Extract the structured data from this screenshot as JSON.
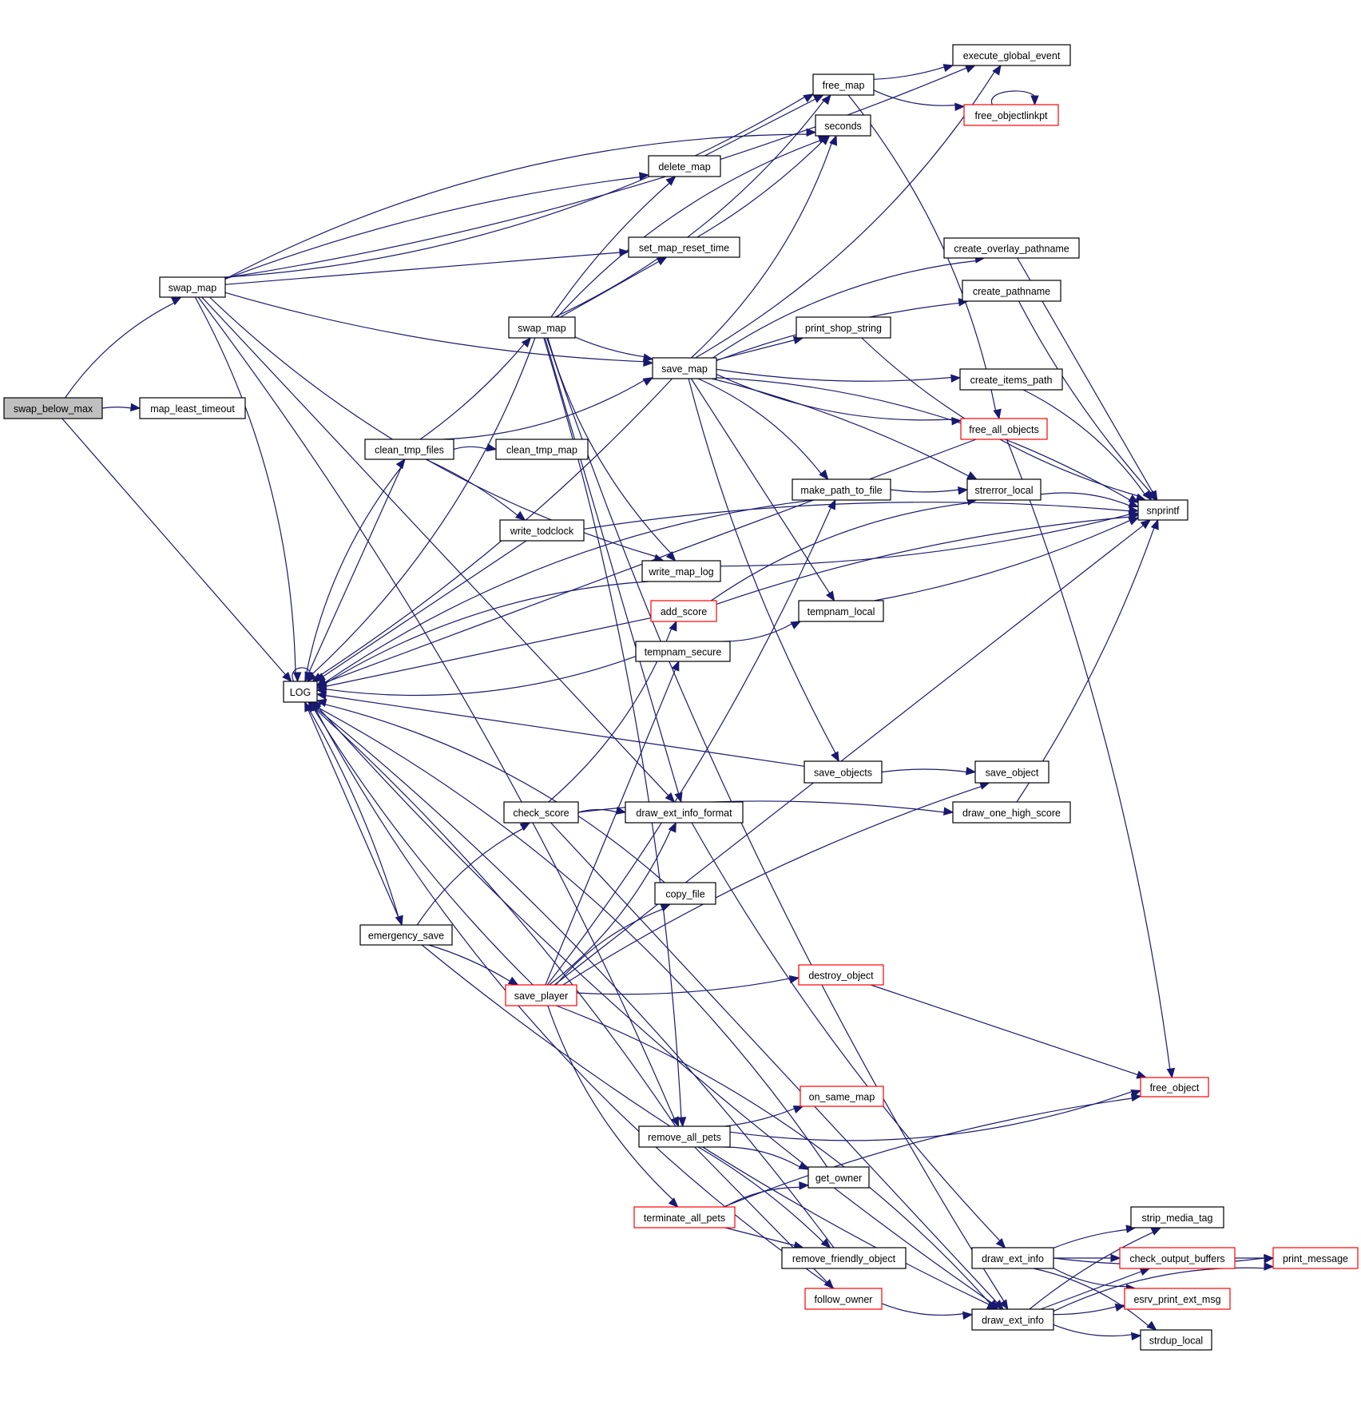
{
  "diagram": {
    "type": "call-graph",
    "root": "swap_below_max",
    "colors": {
      "edge": "#191970",
      "node_border": "#000000",
      "truncated_border": "#ff0000",
      "root_fill": "#bfbfbf",
      "node_fill": "#ffffff"
    },
    "nodes": [
      {
        "id": "swap_below_max",
        "label": "swap_below_max",
        "style": "root"
      },
      {
        "id": "map_least_timeout",
        "label": "map_least_timeout",
        "style": "normal"
      },
      {
        "id": "swap_map_1",
        "label": "swap_map",
        "style": "normal"
      },
      {
        "id": "LOG",
        "label": "LOG",
        "style": "normal"
      },
      {
        "id": "execute_global_event",
        "label": "execute_global_event",
        "style": "normal"
      },
      {
        "id": "free_map",
        "label": "free_map",
        "style": "normal"
      },
      {
        "id": "free_objectlinkpt",
        "label": "free_objectlinkpt",
        "style": "truncated"
      },
      {
        "id": "seconds",
        "label": "seconds",
        "style": "normal"
      },
      {
        "id": "delete_map",
        "label": "delete_map",
        "style": "normal"
      },
      {
        "id": "set_map_reset_time",
        "label": "set_map_reset_time",
        "style": "normal"
      },
      {
        "id": "create_overlay_pathname",
        "label": "create_overlay_pathname",
        "style": "normal"
      },
      {
        "id": "create_pathname",
        "label": "create_pathname",
        "style": "normal"
      },
      {
        "id": "swap_map_2",
        "label": "swap_map",
        "style": "normal"
      },
      {
        "id": "print_shop_string",
        "label": "print_shop_string",
        "style": "normal"
      },
      {
        "id": "save_map",
        "label": "save_map",
        "style": "normal"
      },
      {
        "id": "create_items_path",
        "label": "create_items_path",
        "style": "normal"
      },
      {
        "id": "free_all_objects",
        "label": "free_all_objects",
        "style": "truncated"
      },
      {
        "id": "clean_tmp_files",
        "label": "clean_tmp_files",
        "style": "normal"
      },
      {
        "id": "clean_tmp_map",
        "label": "clean_tmp_map",
        "style": "normal"
      },
      {
        "id": "make_path_to_file",
        "label": "make_path_to_file",
        "style": "normal"
      },
      {
        "id": "strerror_local",
        "label": "strerror_local",
        "style": "normal"
      },
      {
        "id": "snprintf",
        "label": "snprintf",
        "style": "normal"
      },
      {
        "id": "write_todclock",
        "label": "write_todclock",
        "style": "normal"
      },
      {
        "id": "write_map_log",
        "label": "write_map_log",
        "style": "normal"
      },
      {
        "id": "add_score",
        "label": "add_score",
        "style": "truncated"
      },
      {
        "id": "tempnam_local",
        "label": "tempnam_local",
        "style": "normal"
      },
      {
        "id": "tempnam_secure",
        "label": "tempnam_secure",
        "style": "normal"
      },
      {
        "id": "save_objects",
        "label": "save_objects",
        "style": "normal"
      },
      {
        "id": "save_object",
        "label": "save_object",
        "style": "normal"
      },
      {
        "id": "check_score",
        "label": "check_score",
        "style": "normal"
      },
      {
        "id": "draw_ext_info_format",
        "label": "draw_ext_info_format",
        "style": "normal"
      },
      {
        "id": "draw_one_high_score",
        "label": "draw_one_high_score",
        "style": "normal"
      },
      {
        "id": "copy_file",
        "label": "copy_file",
        "style": "normal"
      },
      {
        "id": "emergency_save",
        "label": "emergency_save",
        "style": "normal"
      },
      {
        "id": "destroy_object",
        "label": "destroy_object",
        "style": "truncated"
      },
      {
        "id": "save_player",
        "label": "save_player",
        "style": "truncated"
      },
      {
        "id": "free_object",
        "label": "free_object",
        "style": "truncated"
      },
      {
        "id": "on_same_map",
        "label": "on_same_map",
        "style": "truncated"
      },
      {
        "id": "remove_all_pets",
        "label": "remove_all_pets",
        "style": "normal"
      },
      {
        "id": "get_owner",
        "label": "get_owner",
        "style": "normal"
      },
      {
        "id": "terminate_all_pets",
        "label": "terminate_all_pets",
        "style": "truncated"
      },
      {
        "id": "strip_media_tag",
        "label": "strip_media_tag",
        "style": "normal"
      },
      {
        "id": "remove_friendly_object",
        "label": "remove_friendly_object",
        "style": "normal"
      },
      {
        "id": "draw_ext_info_1",
        "label": "draw_ext_info",
        "style": "normal"
      },
      {
        "id": "check_output_buffers",
        "label": "check_output_buffers",
        "style": "truncated"
      },
      {
        "id": "print_message",
        "label": "print_message",
        "style": "truncated"
      },
      {
        "id": "follow_owner",
        "label": "follow_owner",
        "style": "truncated"
      },
      {
        "id": "esrv_print_ext_msg",
        "label": "esrv_print_ext_msg",
        "style": "truncated"
      },
      {
        "id": "draw_ext_info_2",
        "label": "draw_ext_info",
        "style": "normal"
      },
      {
        "id": "strdup_local",
        "label": "strdup_local",
        "style": "normal"
      }
    ],
    "edges": [
      {
        "from": "swap_below_max",
        "to": "swap_map_1"
      },
      {
        "from": "swap_below_max",
        "to": "map_least_timeout"
      },
      {
        "from": "swap_below_max",
        "to": "LOG"
      },
      {
        "from": "swap_map_1",
        "to": "execute_global_event"
      },
      {
        "from": "swap_map_1",
        "to": "free_map"
      },
      {
        "from": "swap_map_1",
        "to": "seconds"
      },
      {
        "from": "swap_map_1",
        "to": "delete_map"
      },
      {
        "from": "swap_map_1",
        "to": "set_map_reset_time"
      },
      {
        "from": "swap_map_1",
        "to": "save_map"
      },
      {
        "from": "swap_map_1",
        "to": "write_map_log"
      },
      {
        "from": "swap_map_1",
        "to": "LOG"
      },
      {
        "from": "swap_map_1",
        "to": "remove_all_pets"
      },
      {
        "from": "swap_map_1",
        "to": "draw_ext_info_format"
      },
      {
        "from": "free_map",
        "to": "execute_global_event"
      },
      {
        "from": "free_map",
        "to": "free_objectlinkpt"
      },
      {
        "from": "free_map",
        "to": "free_all_objects"
      },
      {
        "from": "free_objectlinkpt",
        "to": "free_objectlinkpt"
      },
      {
        "from": "delete_map",
        "to": "free_map"
      },
      {
        "from": "set_map_reset_time",
        "to": "seconds"
      },
      {
        "from": "swap_map_2",
        "to": "free_map"
      },
      {
        "from": "swap_map_2",
        "to": "seconds"
      },
      {
        "from": "swap_map_2",
        "to": "delete_map"
      },
      {
        "from": "swap_map_2",
        "to": "set_map_reset_time"
      },
      {
        "from": "swap_map_2",
        "to": "save_map"
      },
      {
        "from": "swap_map_2",
        "to": "write_map_log"
      },
      {
        "from": "swap_map_2",
        "to": "LOG"
      },
      {
        "from": "swap_map_2",
        "to": "remove_all_pets"
      },
      {
        "from": "swap_map_2",
        "to": "draw_ext_info_format"
      },
      {
        "from": "swap_map_2",
        "to": "draw_ext_info_2"
      },
      {
        "from": "save_map",
        "to": "execute_global_event"
      },
      {
        "from": "save_map",
        "to": "create_overlay_pathname"
      },
      {
        "from": "save_map",
        "to": "create_pathname"
      },
      {
        "from": "save_map",
        "to": "print_shop_string"
      },
      {
        "from": "save_map",
        "to": "create_items_path"
      },
      {
        "from": "save_map",
        "to": "free_all_objects"
      },
      {
        "from": "save_map",
        "to": "make_path_to_file"
      },
      {
        "from": "save_map",
        "to": "strerror_local"
      },
      {
        "from": "save_map",
        "to": "tempnam_local"
      },
      {
        "from": "save_map",
        "to": "save_objects"
      },
      {
        "from": "save_map",
        "to": "seconds"
      },
      {
        "from": "save_map",
        "to": "snprintf"
      },
      {
        "from": "save_map",
        "to": "LOG"
      },
      {
        "from": "create_overlay_pathname",
        "to": "snprintf"
      },
      {
        "from": "create_pathname",
        "to": "snprintf"
      },
      {
        "from": "print_shop_string",
        "to": "snprintf"
      },
      {
        "from": "create_items_path",
        "to": "snprintf"
      },
      {
        "from": "free_all_objects",
        "to": "free_object"
      },
      {
        "from": "free_all_objects",
        "to": "LOG"
      },
      {
        "from": "clean_tmp_files",
        "to": "swap_map_2"
      },
      {
        "from": "clean_tmp_files",
        "to": "save_map"
      },
      {
        "from": "clean_tmp_files",
        "to": "clean_tmp_map"
      },
      {
        "from": "clean_tmp_files",
        "to": "write_todclock"
      },
      {
        "from": "clean_tmp_files",
        "to": "LOG"
      },
      {
        "from": "make_path_to_file",
        "to": "strerror_local"
      },
      {
        "from": "make_path_to_file",
        "to": "LOG"
      },
      {
        "from": "strerror_local",
        "to": "snprintf"
      },
      {
        "from": "write_todclock",
        "to": "snprintf"
      },
      {
        "from": "write_todclock",
        "to": "LOG"
      },
      {
        "from": "write_map_log",
        "to": "snprintf"
      },
      {
        "from": "write_map_log",
        "to": "LOG"
      },
      {
        "from": "add_score",
        "to": "strerror_local"
      },
      {
        "from": "add_score",
        "to": "snprintf"
      },
      {
        "from": "add_score",
        "to": "LOG"
      },
      {
        "from": "tempnam_local",
        "to": "snprintf"
      },
      {
        "from": "tempnam_secure",
        "to": "tempnam_local"
      },
      {
        "from": "tempnam_secure",
        "to": "LOG"
      },
      {
        "from": "save_objects",
        "to": "save_object"
      },
      {
        "from": "save_objects",
        "to": "LOG"
      },
      {
        "from": "draw_one_high_score",
        "to": "snprintf"
      },
      {
        "from": "check_score",
        "to": "add_score"
      },
      {
        "from": "check_score",
        "to": "draw_ext_info_format"
      },
      {
        "from": "check_score",
        "to": "draw_one_high_score"
      },
      {
        "from": "check_score",
        "to": "draw_ext_info_2"
      },
      {
        "from": "draw_ext_info_format",
        "to": "draw_ext_info_1"
      },
      {
        "from": "copy_file",
        "to": "LOG"
      },
      {
        "from": "emergency_save",
        "to": "check_score"
      },
      {
        "from": "emergency_save",
        "to": "save_player"
      },
      {
        "from": "emergency_save",
        "to": "LOG"
      },
      {
        "from": "emergency_save",
        "to": "draw_ext_info_2"
      },
      {
        "from": "LOG",
        "to": "LOG"
      },
      {
        "from": "LOG",
        "to": "clean_tmp_files"
      },
      {
        "from": "LOG",
        "to": "emergency_save"
      },
      {
        "from": "save_player",
        "to": "tempnam_secure"
      },
      {
        "from": "save_player",
        "to": "make_path_to_file"
      },
      {
        "from": "save_player",
        "to": "draw_ext_info_format"
      },
      {
        "from": "save_player",
        "to": "copy_file"
      },
      {
        "from": "save_player",
        "to": "save_object"
      },
      {
        "from": "save_player",
        "to": "snprintf"
      },
      {
        "from": "save_player",
        "to": "destroy_object"
      },
      {
        "from": "save_player",
        "to": "terminate_all_pets"
      },
      {
        "from": "save_player",
        "to": "draw_ext_info_2"
      },
      {
        "from": "save_player",
        "to": "LOG"
      },
      {
        "from": "destroy_object",
        "to": "free_object"
      },
      {
        "from": "remove_all_pets",
        "to": "on_same_map"
      },
      {
        "from": "remove_all_pets",
        "to": "free_object"
      },
      {
        "from": "remove_all_pets",
        "to": "get_owner"
      },
      {
        "from": "remove_all_pets",
        "to": "remove_friendly_object"
      },
      {
        "from": "remove_all_pets",
        "to": "follow_owner"
      },
      {
        "from": "remove_all_pets",
        "to": "LOG"
      },
      {
        "from": "get_owner",
        "to": "LOG"
      },
      {
        "from": "terminate_all_pets",
        "to": "get_owner"
      },
      {
        "from": "terminate_all_pets",
        "to": "free_object"
      },
      {
        "from": "terminate_all_pets",
        "to": "remove_friendly_object"
      },
      {
        "from": "remove_friendly_object",
        "to": "LOG"
      },
      {
        "from": "follow_owner",
        "to": "draw_ext_info_2"
      },
      {
        "from": "follow_owner",
        "to": "LOG"
      },
      {
        "from": "draw_ext_info_1",
        "to": "strip_media_tag"
      },
      {
        "from": "draw_ext_info_1",
        "to": "check_output_buffers"
      },
      {
        "from": "draw_ext_info_1",
        "to": "print_message"
      },
      {
        "from": "draw_ext_info_1",
        "to": "esrv_print_ext_msg"
      },
      {
        "from": "draw_ext_info_1",
        "to": "strdup_local"
      },
      {
        "from": "draw_ext_info_2",
        "to": "strip_media_tag"
      },
      {
        "from": "draw_ext_info_2",
        "to": "check_output_buffers"
      },
      {
        "from": "draw_ext_info_2",
        "to": "esrv_print_ext_msg"
      },
      {
        "from": "draw_ext_info_2",
        "to": "strdup_local"
      },
      {
        "from": "draw_ext_info_2",
        "to": "print_message"
      },
      {
        "from": "draw_ext_info_2",
        "to": "LOG"
      },
      {
        "from": "check_output_buffers",
        "to": "print_message"
      }
    ]
  }
}
